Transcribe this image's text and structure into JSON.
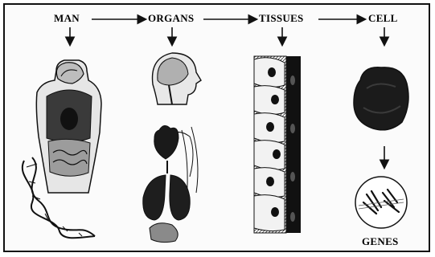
{
  "stages": {
    "man": "MAN",
    "organs": "ORGANS",
    "tissues": "TISSUES",
    "cell": "CELL",
    "genes": "GENES"
  },
  "colors": {
    "ink": "#111111",
    "paper": "#fbfbfb"
  }
}
